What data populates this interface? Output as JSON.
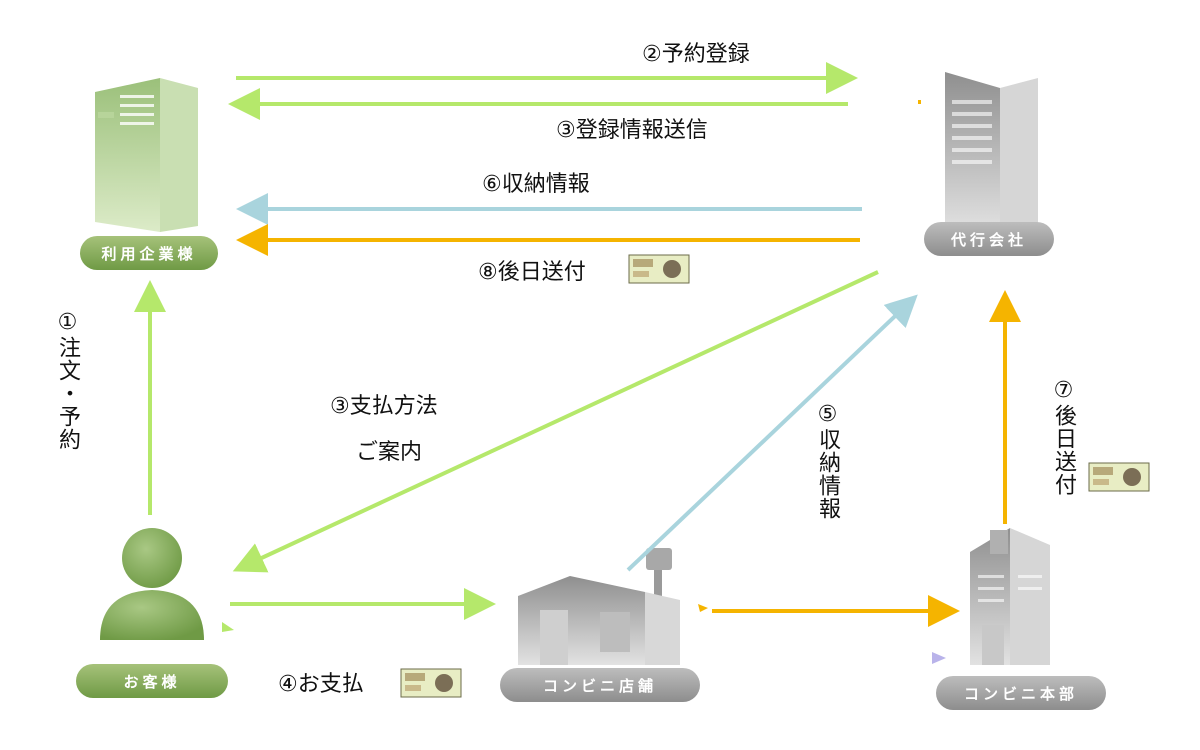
{
  "nodes": {
    "company": {
      "label": "利用企業様"
    },
    "agency": {
      "label": "代行会社"
    },
    "customer": {
      "label": "お客様"
    },
    "store": {
      "label": "コンビニ店舗"
    },
    "hq": {
      "label": "コンビニ本部"
    }
  },
  "flows": {
    "f1": "①注文・予約",
    "f2": "②予約登録",
    "f3a": "③登録情報送信",
    "f3b_line1": "③支払方法",
    "f3b_line2": "ご案内",
    "f4": "④お支払",
    "f5": "⑤収納情報",
    "f6": "⑥収納情報",
    "f7": "⑦後日送付",
    "f8": "⑧後日送付"
  },
  "colors": {
    "green_arrow": "#b5e86b",
    "blue_arrow": "#a9d4dd",
    "orange_arrow": "#f5b400",
    "green_badge": "#86a95a",
    "gray_badge": "#9e9e9e"
  }
}
